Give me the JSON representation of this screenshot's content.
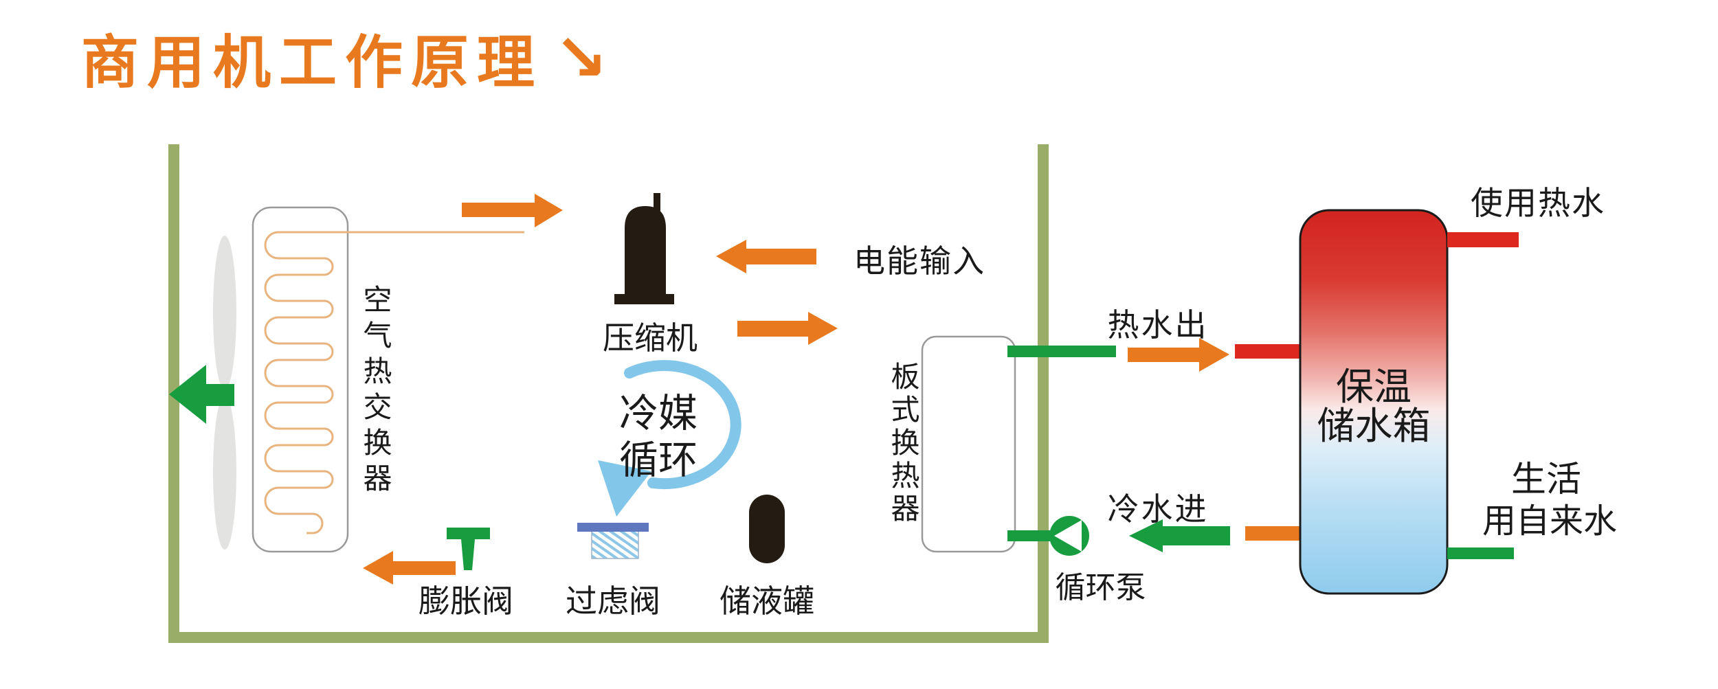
{
  "title": {
    "text": "商用机工作原理",
    "arrow_glyph": "↘"
  },
  "colors": {
    "orange": "#e8791e",
    "green": "#189c40",
    "olive": "#9aad68",
    "red": "#dd2820",
    "light_blue": "#82c7ea",
    "filter_bar_blue": "#5f77be",
    "hatch_blue": "#8ec6e8",
    "coil_orange": "#e9b37e",
    "fan_gray": "#e3e3e1",
    "dark": "#241b12",
    "text_black": "#1a1a1a",
    "tank_red_top": "#d2251e",
    "tank_blue_bottom": "#8ecbed",
    "box_border_gray": "#999999"
  },
  "labels": {
    "air_heat_exchanger": "空气热交换器",
    "compressor": "压缩机",
    "refrigerant_cycle": [
      "冷媒",
      "循环"
    ],
    "expansion_valve": "膨胀阀",
    "filter_valve": "过虑阀",
    "liquid_receiver": "储液罐",
    "plate_heat_exchanger": "板式换热器",
    "circulation_pump": "循环泵",
    "storage_tank": [
      "保温",
      "储水箱"
    ],
    "electric_input": "电能输入",
    "hot_water_out": "热水出",
    "cold_water_in": "冷水进",
    "use_hot_water": "使用热水",
    "domestic_tap_water": [
      "生活",
      "用自来水"
    ]
  }
}
